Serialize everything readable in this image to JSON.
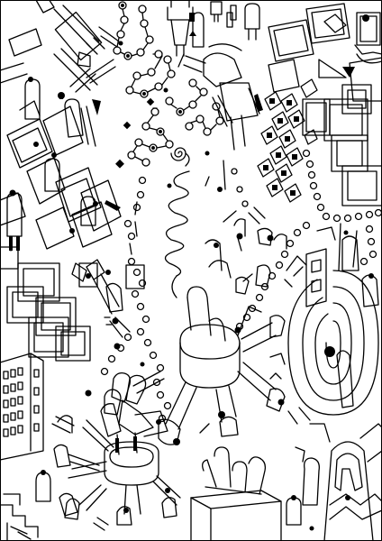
{
  "artwork": {
    "kind": "black-and-white line drawing",
    "ink_color": "#000000",
    "paper_color": "#ffffff",
    "motifs": [
      "plug",
      "socket",
      "chain",
      "window-frame",
      "pointing-hand",
      "spiral",
      "target",
      "building",
      "diamond-tile"
    ]
  }
}
